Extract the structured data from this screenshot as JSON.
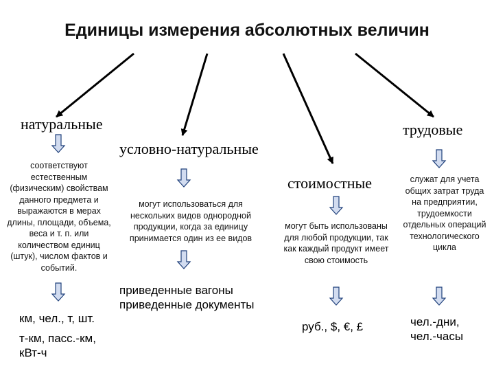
{
  "title": "Единицы измерения абсолютных величин",
  "categories": {
    "natural": "натуральные",
    "conditional": "условно-натуральные",
    "monetary": "стоимостные",
    "labor": "трудовые"
  },
  "descriptions": {
    "natural": "соответствуют естественным (физическим) свойствам данного предмета и выражаются в мерах длины, площади, объема, веса и т. п. или количеством единиц (штук), числом фактов и событий.",
    "conditional": "могут использоваться для нескольких видов однородной продукции, когда за единицу принимается один из ее видов",
    "monetary": "могут быть использованы для любой продукции, так как каждый продукт имеет свою стоимость",
    "labor": "служат для учета общих затрат труда на предприятии, трудоемкости отдельных операций технологического цикла"
  },
  "examples": {
    "natural_line1": "км, чел., т, шт.",
    "natural_line2": "т-км, пасс.-км, кВт-ч",
    "conditional": "приведенные вагоны приведенные документы",
    "monetary": "руб., $, €, £",
    "labor": "чел.-дни, чел.-часы"
  },
  "colors": {
    "block_arrow_fill": "#d2dcf0",
    "block_arrow_stroke": "#1e3f7a",
    "line_arrow": "#000000"
  }
}
